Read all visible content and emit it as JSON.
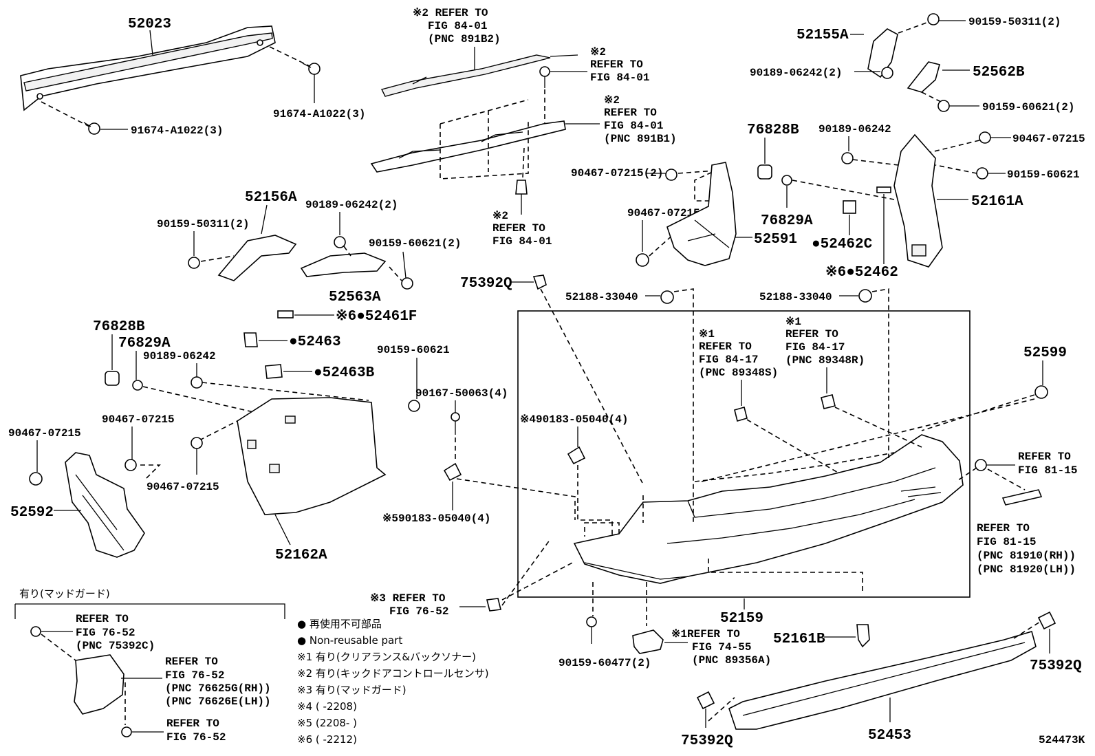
{
  "labels": {
    "l52023": "52023",
    "l91674a": "91674-A1022(3)",
    "l91674b": "91674-A1022(3)",
    "r2a1": "※2 REFER TO",
    "r2a2": "FIG 84-01",
    "r2a3": "(PNC 891B2)",
    "r2b0": "※2",
    "r2b1": "REFER TO",
    "r2b2": "FIG 84-01",
    "r2c0": "※2",
    "r2c1": "REFER TO",
    "r2c2": "FIG 84-01",
    "r2c3": "(PNC 891B1)",
    "r2d0": "※2",
    "r2d1": "REFER TO",
    "r2d2": "FIG 84-01",
    "l52156a": "52156A",
    "l90159_50311a": "90159-50311(2)",
    "l90189_06242a": "90189-06242(2)",
    "l90159_60621a": "90159-60621(2)",
    "l52563a": "52563A",
    "l52461f": "※6●52461F",
    "l52463": "●52463",
    "l52463b": "●52463B",
    "l76828b_l": "76828B",
    "l76829a_l": "76829A",
    "l90189_06242_l": "90189-06242",
    "l90159_60621_l": "90159-60621",
    "l90167": "90167-50063(4)",
    "l90467_l1": "90467-07215",
    "l90467_l2": "90467-07215",
    "l90467_l3": "90467-07215",
    "l52592": "52592",
    "l52162a": "52162A",
    "l90183_4": "※490183-05040(4)",
    "l90183_5": "※590183-05040(4)",
    "l75392q_t": "75392Q",
    "l52155a": "52155A",
    "l90159_50311r": "90159-50311(2)",
    "l90189_06242r": "90189-06242(2)",
    "l52562b": "52562B",
    "l90159_60621r2": "90159-60621(2)",
    "l76828b_r": "76828B",
    "l90189_06242r2": "90189-06242",
    "l90467_r1": "90467-07215",
    "l90159_60621r": "90159-60621",
    "l90467_2": "90467-07215(2)",
    "l90467_m": "90467-07215",
    "l76829a_r": "76829A",
    "l52591": "52591",
    "l52462c": "●52462C",
    "l52462": "※6●52462",
    "l52161a": "52161A",
    "l52188a": "52188-33040",
    "l52188b": "52188-33040",
    "r1a0": "※1",
    "r1a1": "REFER TO",
    "r1a2": "FIG 84-17",
    "r1a3": "(PNC 89348S)",
    "r1b0": "※1",
    "r1b1": "REFER TO",
    "r1b2": "FIG 84-17",
    "r1b3": "(PNC 89348R)",
    "l52599": "52599",
    "r81a1": "REFER TO",
    "r81a2": "FIG 81-15",
    "r81b1": "REFER TO",
    "r81b2": "FIG 81-15",
    "r81b3": "(PNC 81910(RH))",
    "r81b4": "(PNC 81920(LH))",
    "r3_1": "※3 REFER TO",
    "r3_2": "FIG 76-52",
    "l52159": "52159",
    "l52161b": "52161B",
    "l90159_60477": "90159-60477(2)",
    "r74_1": "※1REFER TO",
    "r74_2": "FIG 74-55",
    "r74_3": "(PNC 89356A)",
    "l75392q_r": "75392Q",
    "l75392q_b": "75392Q",
    "l52453": "52453",
    "l524473k": "524473K",
    "mud_title": "有り(マッドガード)",
    "mud_r1a": "REFER TO",
    "mud_r1b": "FIG 76-52",
    "mud_r1c": "(PNC 75392C)",
    "mud_r2a": "REFER TO",
    "mud_r2b": "FIG 76-52",
    "mud_r2c": "(PNC 76625G(RH))",
    "mud_r2d": "(PNC 76626E(LH))",
    "mud_r3a": "REFER TO",
    "mud_r3b": "FIG 76-52"
  },
  "legend": {
    "l1": "● 再使用不可部品",
    "l2": "● Non-reusable part",
    "n1": "※1 有り(クリアランス&バックソナー)",
    "n2": "※2 有り(キックドアコントロールセンサ)",
    "n3": "※3 有り(マッドガード)",
    "n4": "※4 (          -2208)",
    "n5": "※5 (2208-          )",
    "n6": "※6 (          -2212)"
  }
}
